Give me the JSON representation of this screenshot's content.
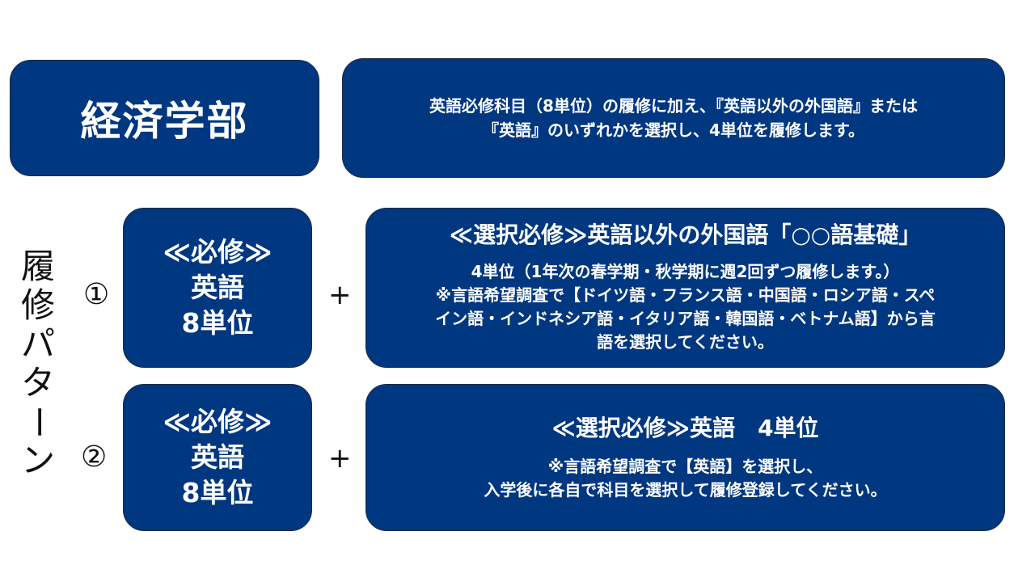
{
  "header": {
    "department": "経済学部",
    "description_lines": [
      "英語必修科目（8単位）の履修に加え、『英語以外の外国語』または",
      "『英語』のいずれかを選択し、4単位を履修します。"
    ]
  },
  "side_label": [
    "履",
    "修",
    "パ",
    "タ",
    "ー",
    "ン"
  ],
  "patterns": [
    {
      "number": "①",
      "required_lines": [
        "≪必修≫",
        "英語",
        "8単位"
      ],
      "plus": "+",
      "elective_title": "≪選択必修≫英語以外の外国語「○○語基礎」",
      "elective_lines": [
        "4単位（1年次の春学期・秋学期に週2回ずつ履修します。）",
        "※言語希望調査で【ドイツ語・フランス語・中国語・ロシア語・スペ",
        "イン語・インドネシア語・イタリア語・韓国語・ベトナム語】から言",
        "語を選択してください。"
      ]
    },
    {
      "number": "②",
      "required_lines": [
        "≪必修≫",
        "英語",
        "8単位"
      ],
      "plus": "+",
      "elective_title": "≪選択必修≫英語　4単位",
      "elective_lines": [
        "※言語希望調査で【英語】を選択し、",
        "入学後に各自で科目を選択して履修登録してください。"
      ]
    }
  ],
  "colors": {
    "box_fill": "#003781",
    "box_border": "#1c2a45",
    "box_text": "#ffffff",
    "page_text": "#111111"
  }
}
